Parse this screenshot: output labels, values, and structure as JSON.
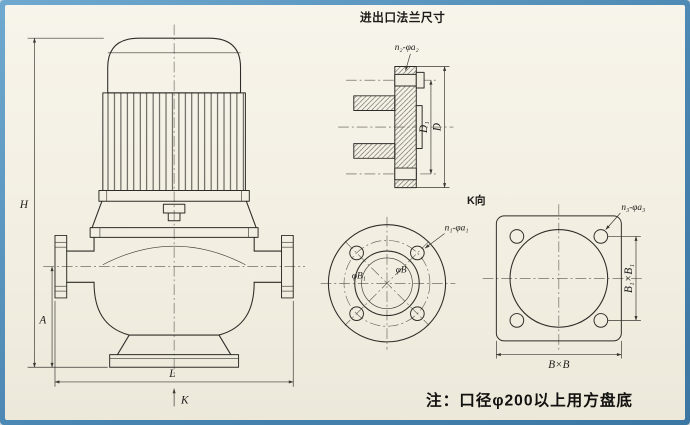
{
  "colors": {
    "frame": "#4a86b2",
    "paper": "#f2eee1",
    "ink": "#2e2c28"
  },
  "pump_view": {
    "dim_height": "H",
    "dim_a": "A",
    "dim_l": "L",
    "view_arrow_label": "K"
  },
  "flange_section": {
    "title": "进出口法兰尺寸",
    "bolt_callout": "n₂-φa₂",
    "dim_bolt_circle": "D₁",
    "dim_outer": "D"
  },
  "k_view": {
    "title": "K向",
    "bolt_callout": "n₁-φa₁",
    "dim_inner": "φB₁",
    "dim_bolt_circle": "φB"
  },
  "base_view": {
    "bolt_callout": "n₃-φa₃",
    "dim_bolt_spacing": "B₁×B₁",
    "dim_outer": "B×B"
  },
  "note": "注：口径φ200以上用方盘底"
}
